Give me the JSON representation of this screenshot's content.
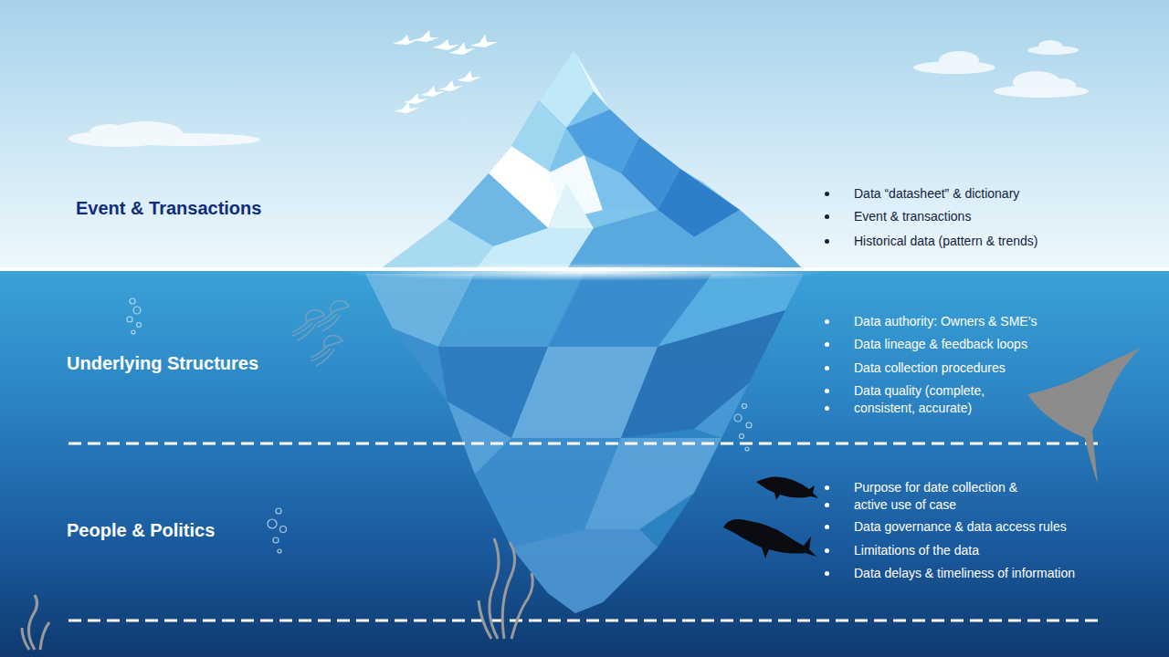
{
  "diagram": {
    "nodes": [
      {
        "text": [
          "Event & Transactions",
          "Data “datasheet” & dictionary",
          "Event & transactions",
          "Historical data (pattern & trends)"
        ]
      },
      {
        "text": [
          "Underlying Structures",
          "Data authority: Owners & SME’s",
          "Data lineage & feedback loops",
          "Data collection procedures",
          "Data quality (complete,",
          "consistent, accurate)"
        ]
      },
      {
        "text": [
          "People & Politics",
          "Purpose for date collection &",
          "active use of case",
          "Data governance & data access rules",
          "Limitations of the data",
          "Data delays & timeliness of information"
        ]
      }
    ]
  }
}
